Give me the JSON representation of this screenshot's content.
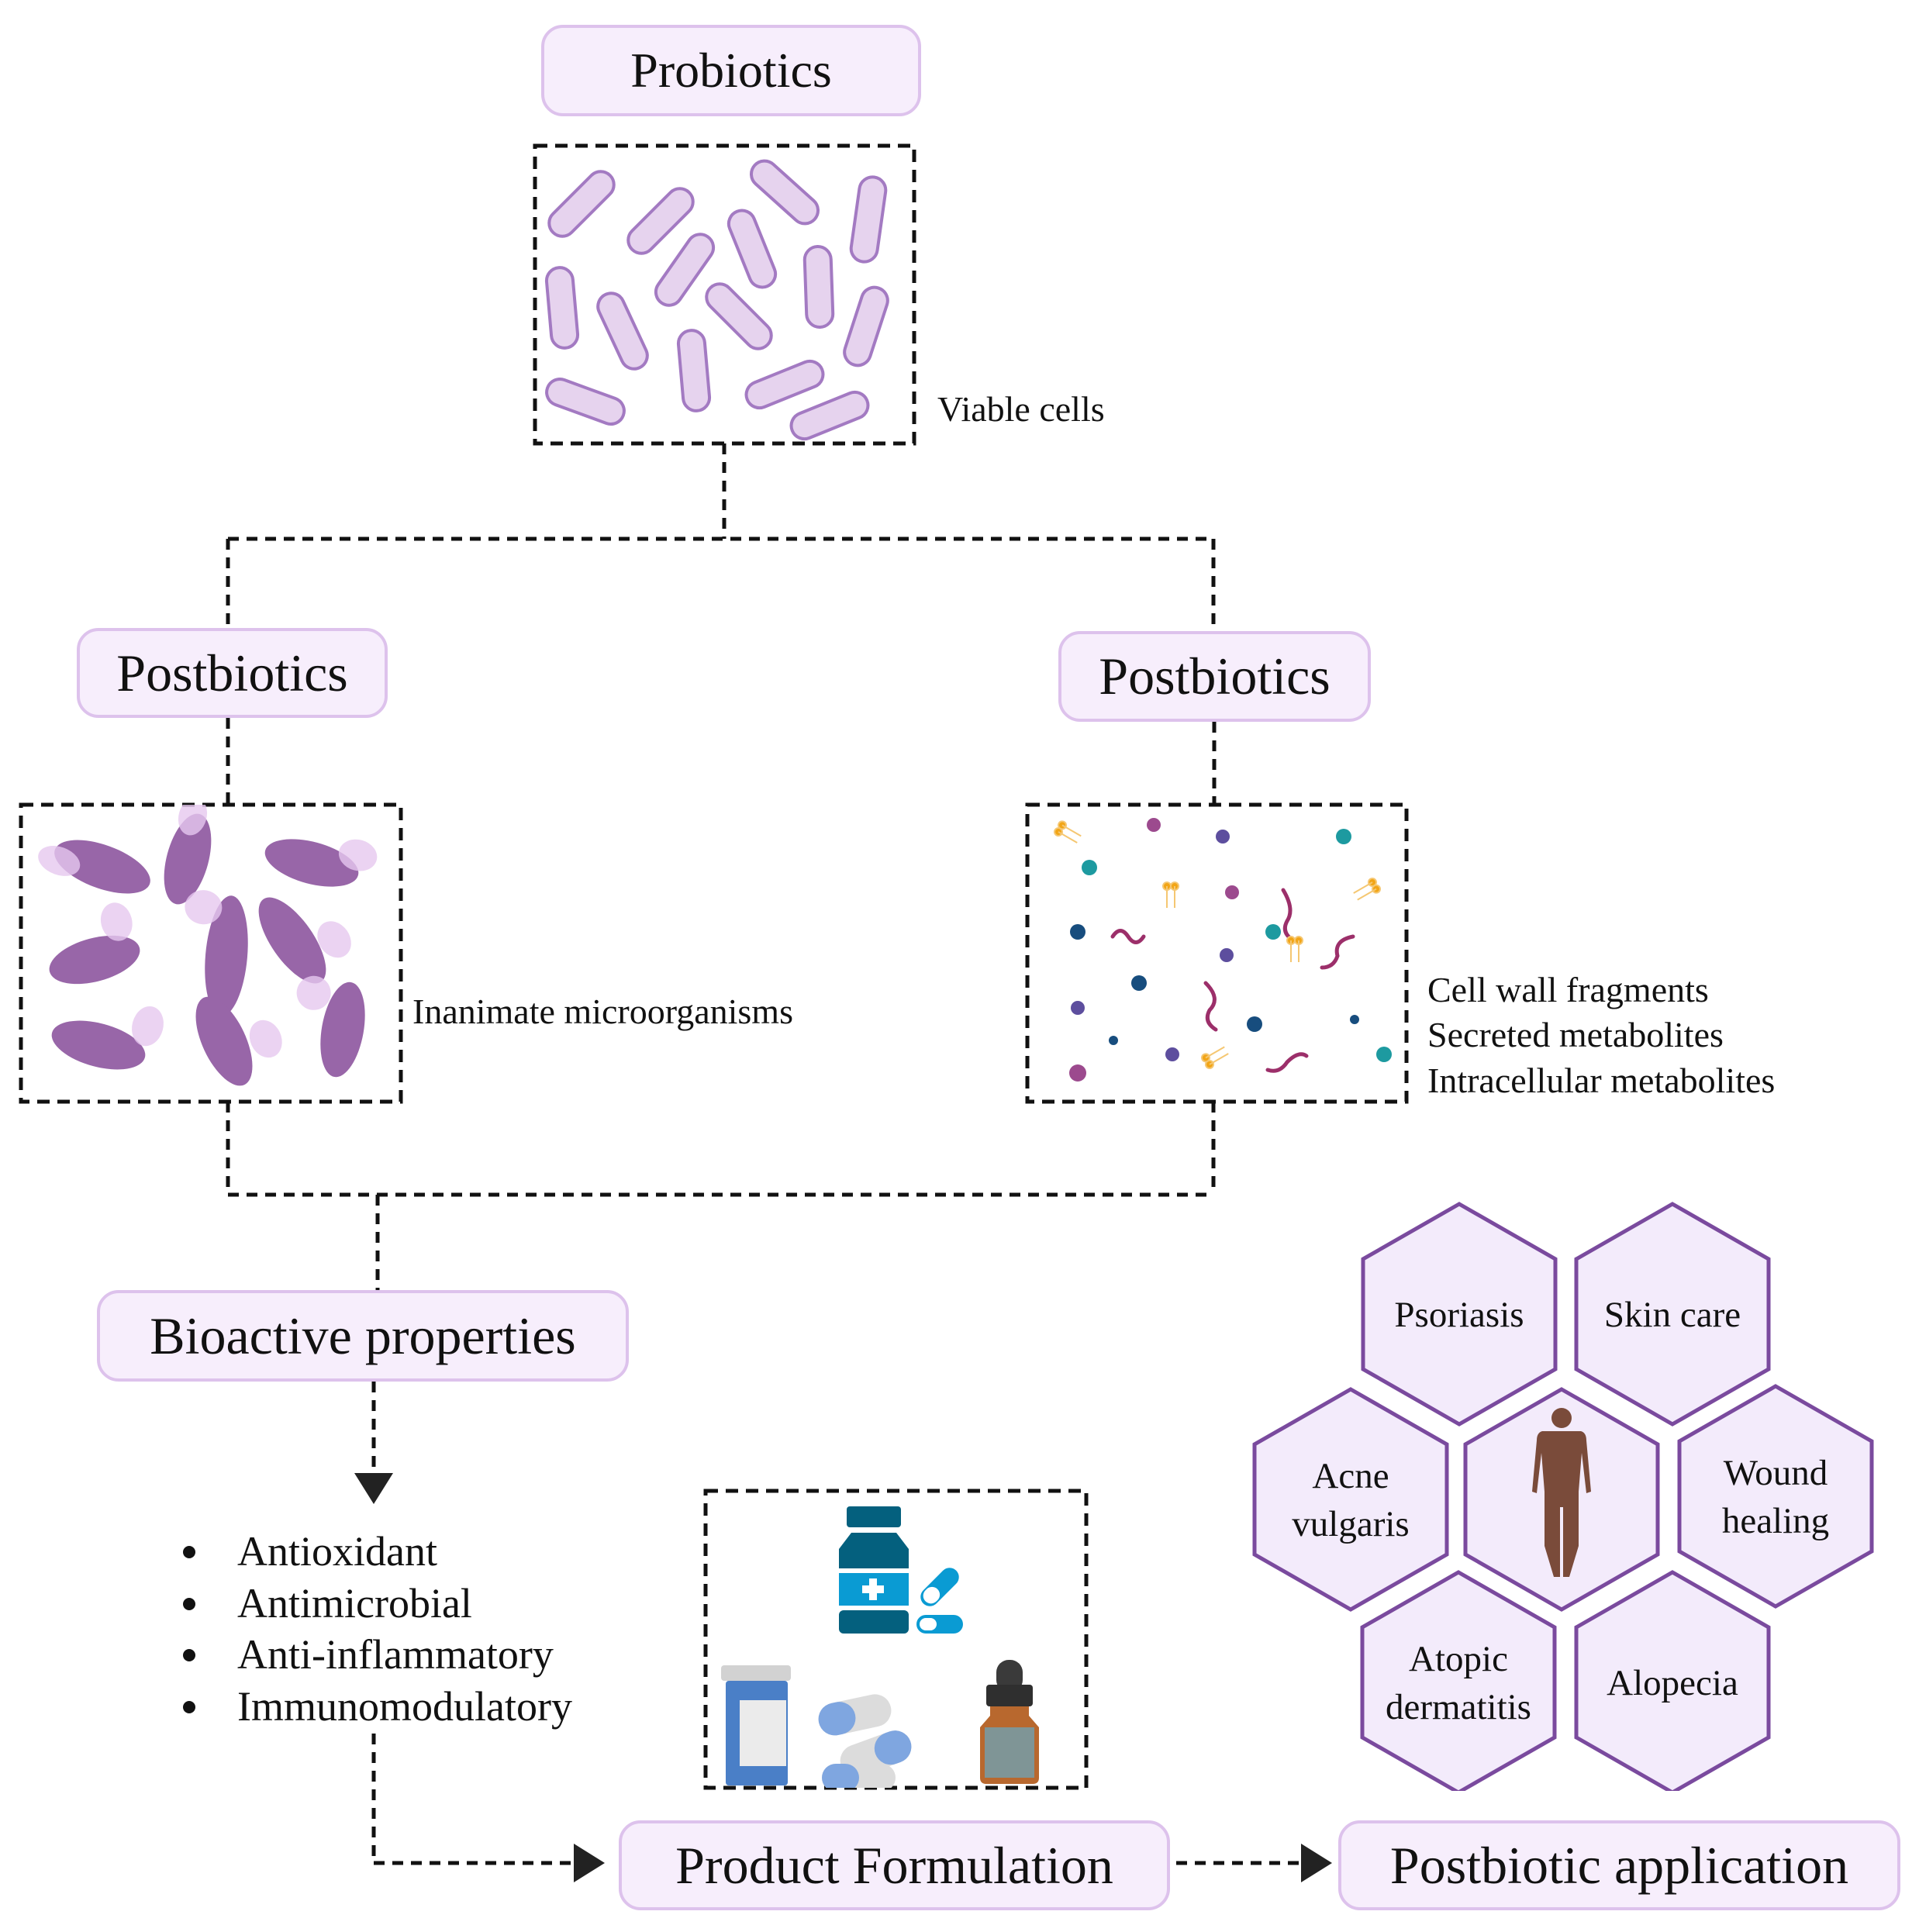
{
  "diagram": {
    "nodes": {
      "probiotics": "Probiotics",
      "postbiotics_left": "Postbiotics",
      "postbiotics_right": "Postbiotics",
      "bioactive_properties": "Bioactive properties",
      "product_formulation": "Product Formulation",
      "postbiotic_application": "Postbiotic application"
    },
    "captions": {
      "viable_cells": "Viable cells",
      "inanimate_microorganisms": "Inanimate microorganisms",
      "components": [
        "Cell wall fragments",
        "Secreted metabolites",
        "Intracellular metabolites"
      ]
    },
    "bioactive_list": [
      "Antioxidant",
      "Antimicrobial",
      "Anti-inflammatory",
      "Immunomodulatory"
    ],
    "applications": [
      {
        "id": "psoriasis",
        "lines": [
          "Psoriasis"
        ]
      },
      {
        "id": "skin-care",
        "lines": [
          "Skin care"
        ]
      },
      {
        "id": "acne-vulgaris",
        "lines": [
          "Acne",
          "vulgaris"
        ]
      },
      {
        "id": "human-body",
        "lines": []
      },
      {
        "id": "wound-healing",
        "lines": [
          "Wound",
          "healing"
        ]
      },
      {
        "id": "atopic-dermatitis",
        "lines": [
          "Atopic",
          "dermatitis"
        ]
      },
      {
        "id": "alopecia",
        "lines": [
          "Alopecia"
        ]
      }
    ],
    "icons": {
      "probiotic_cells": "rod-bacteria-icon",
      "inanimate_cells": "lysed-bacteria-icon",
      "molecules": "metabolite-molecules-icon",
      "products": [
        "medicine-bottle-icon",
        "capsule-icon",
        "pill-jar-icon",
        "capsules-icon",
        "dropper-bottle-icon"
      ],
      "human": "human-body-icon"
    },
    "colors": {
      "node_fill": "#f7eefc",
      "node_border": "#ddc2ec",
      "hex_fill": "#f3ebfb",
      "hex_border": "#7a4a9e",
      "live_cell_fill": "#e6d2ec",
      "live_cell_border": "#a77cc4",
      "dead_cell_fill": "#9c6aac",
      "connector": "#111111"
    }
  }
}
